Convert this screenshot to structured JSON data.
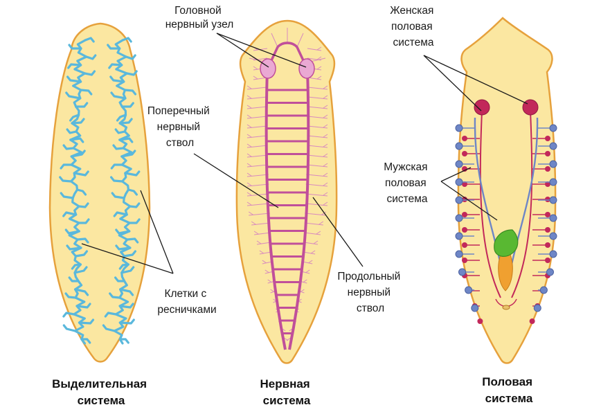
{
  "labels": {
    "head_ganglion": [
      "Головной",
      "нервный узел"
    ],
    "transverse_trunk": [
      "Поперечный",
      "нервный",
      "ствол"
    ],
    "ciliated_cells": [
      "Клетки с",
      "ресничками"
    ],
    "longitudinal_trunk": [
      "Продольный",
      "нервный",
      "ствол"
    ],
    "female_system": [
      "Женская",
      "половая",
      "система"
    ],
    "male_system": [
      "Мужская",
      "половая",
      "система"
    ]
  },
  "captions": {
    "excretory": [
      "Выделительная",
      "система"
    ],
    "nervous": [
      "Нервная",
      "система"
    ],
    "reproductive": [
      "Половая",
      "система"
    ]
  },
  "colors": {
    "body_fill": "#fbe7a1",
    "body_stroke": "#e6a13c",
    "excretory": "#5ab8dc",
    "nerve": "#c04f9a",
    "ganglion": "#eaa9d3",
    "female": "#c2285a",
    "male": "#6e86c6",
    "pharynx": "#59b832",
    "orange_organ": "#f0a030"
  }
}
